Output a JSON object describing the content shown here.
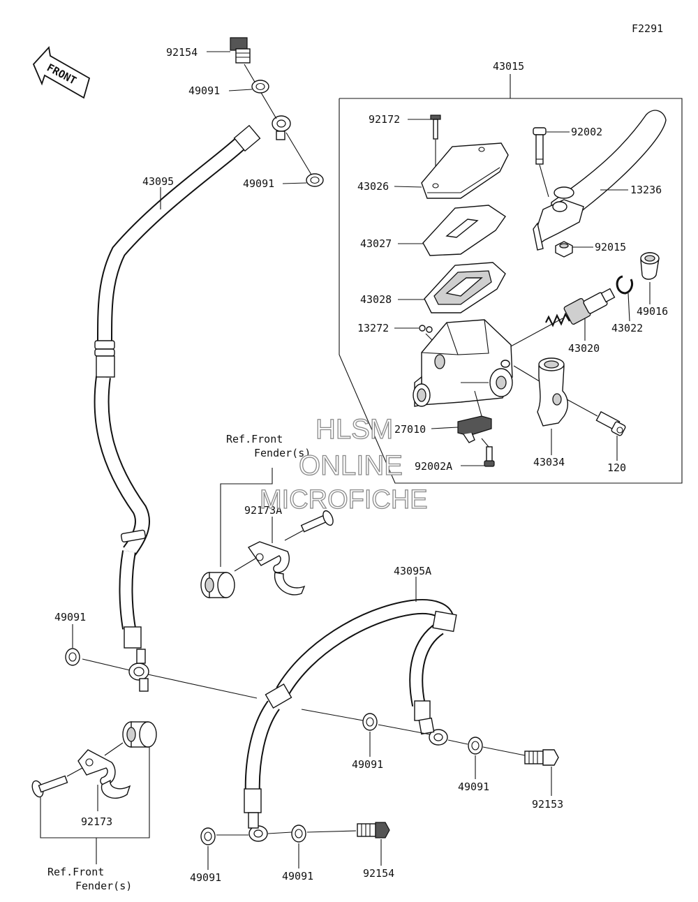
{
  "figure_code": "F2291",
  "front_label": "FRONT",
  "watermark": {
    "line1": "HLSM",
    "line2": "ONLINE",
    "line3": "MICROFICHE"
  },
  "labels": {
    "p92154_top": "92154",
    "p49091_top": "49091",
    "p49091_mid": "49091",
    "p43095": "43095",
    "p43015": "43015",
    "p92172": "92172",
    "p43026": "43026",
    "p43027": "43027",
    "p43028": "43028",
    "p13272": "13272",
    "p92002": "92002",
    "p13236": "13236",
    "p92015": "92015",
    "p49016": "49016",
    "p43022": "43022",
    "p43020": "43020",
    "p27010": "27010",
    "p92002a": "92002A",
    "p43034": "43034",
    "p120": "120",
    "p92173a": "92173A",
    "p43095a": "43095A",
    "p49091_left": "49091",
    "p49091_c1": "49091",
    "p49091_c2": "49091",
    "p92153": "92153",
    "p92173": "92173",
    "p49091_b1": "49091",
    "p49091_b2": "49091",
    "p92154_bot": "92154"
  },
  "ref_top": {
    "line1": "Ref.Front",
    "line2": "Fender(s)"
  },
  "ref_bottom": {
    "line1": "Ref.Front",
    "line2": "Fender(s)"
  }
}
